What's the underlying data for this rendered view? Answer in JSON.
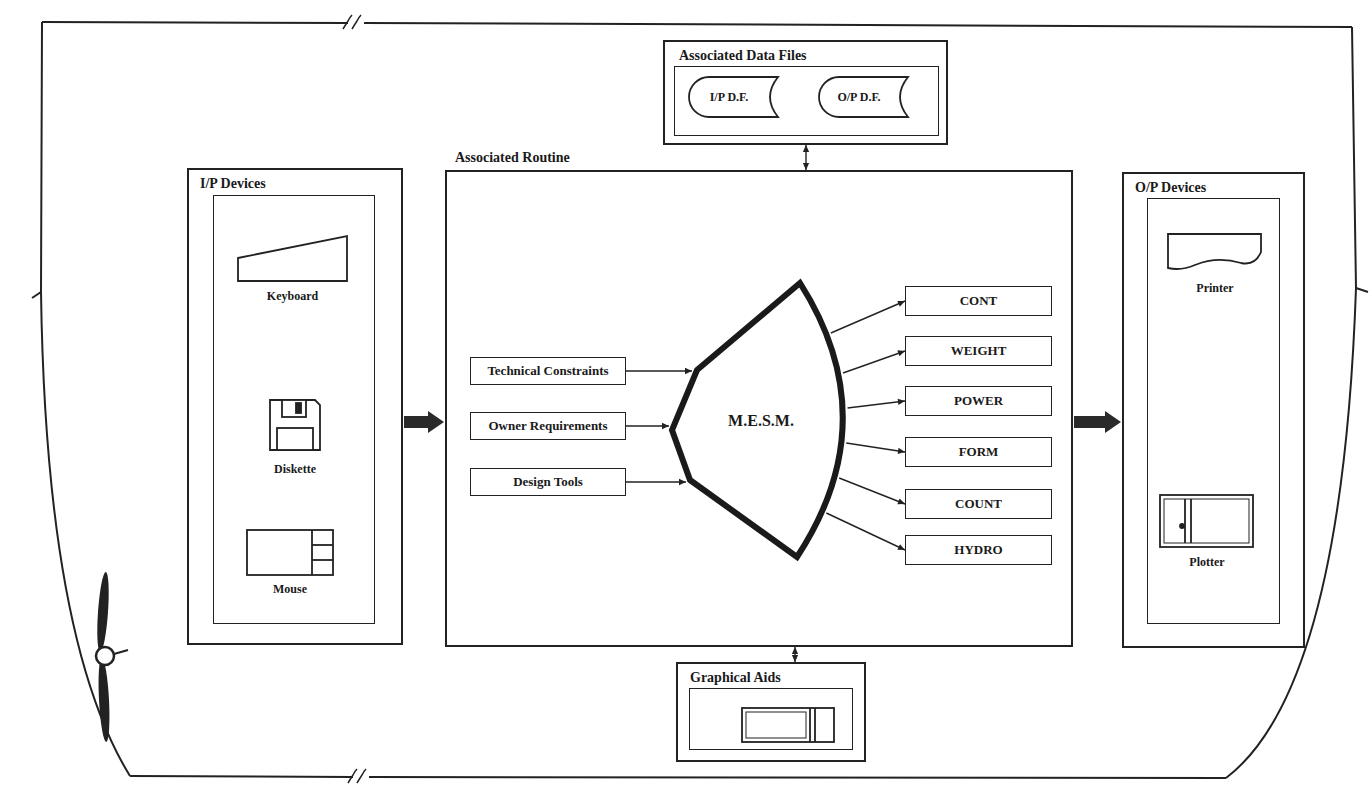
{
  "diagram": {
    "nodes": [
      {
        "text": [
          "I/P Devices"
        ]
      },
      {
        "text": [
          "Keyboard"
        ],
        "in": 0
      },
      {
        "text": [
          "Diskette"
        ],
        "in": 0
      },
      {
        "text": [
          "Mouse"
        ],
        "in": 0
      },
      {
        "text": [
          "Associated Data Files"
        ]
      },
      {
        "text": [
          "I/P D.F."
        ],
        "in": 4
      },
      {
        "text": [
          "O/P D.F."
        ],
        "in": 4
      },
      {
        "text": [
          "Associated Routine"
        ]
      },
      {
        "text": [
          "Technical Constraints"
        ],
        "in": 7
      },
      {
        "text": [
          "Owner Requirements"
        ],
        "in": 7
      },
      {
        "text": [
          "Design Tools"
        ],
        "in": 7
      },
      {
        "text": [
          "M.E.S.M."
        ],
        "in": 7
      },
      {
        "text": [
          "CONT"
        ],
        "in": 7
      },
      {
        "text": [
          "WEIGHT"
        ],
        "in": 7
      },
      {
        "text": [
          "POWER"
        ],
        "in": 7
      },
      {
        "text": [
          "FORM"
        ],
        "in": 7
      },
      {
        "text": [
          "COUNT"
        ],
        "in": 7
      },
      {
        "text": [
          "HYDRO"
        ],
        "in": 7
      },
      {
        "text": [
          "O/P Devices"
        ]
      },
      {
        "text": [
          "Printer"
        ],
        "in": 18
      },
      {
        "text": [
          "Plotter"
        ],
        "in": 18
      },
      {
        "text": [
          "Graphical Aids"
        ]
      }
    ],
    "edges": [
      {
        "from": 0,
        "to": 7,
        "arrow": "to"
      },
      {
        "from": 4,
        "to": 7,
        "arrow": "both"
      },
      {
        "from": 7,
        "to": 21,
        "arrow": "both"
      },
      {
        "from": 8,
        "to": 11,
        "arrow": "to"
      },
      {
        "from": 9,
        "to": 11,
        "arrow": "to"
      },
      {
        "from": 10,
        "to": 11,
        "arrow": "to"
      },
      {
        "from": 11,
        "to": 12,
        "arrow": "to"
      },
      {
        "from": 11,
        "to": 13,
        "arrow": "to"
      },
      {
        "from": 11,
        "to": 14,
        "arrow": "to"
      },
      {
        "from": 11,
        "to": 15,
        "arrow": "to"
      },
      {
        "from": 11,
        "to": 16,
        "arrow": "to"
      },
      {
        "from": 11,
        "to": 17,
        "arrow": "to"
      },
      {
        "from": 7,
        "to": 18,
        "arrow": "to"
      }
    ]
  }
}
